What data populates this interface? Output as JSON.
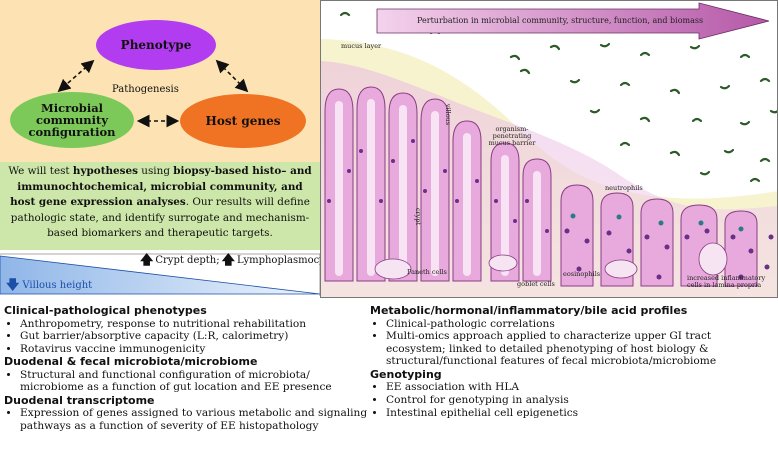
{
  "diagram": {
    "phenotype": "Phenotype",
    "microbial_line1": "Microbial",
    "microbial_line2": "community",
    "microbial_line3": "configuration",
    "host_genes": "Host genes",
    "pathogenesis": "Pathogenesis",
    "colors": {
      "phenotype": "#b23cf0",
      "microbial": "#7cc95a",
      "host": "#f07323",
      "panel": "#fde3b3",
      "hypothesis_panel": "#cde6a9"
    }
  },
  "hypothesis": {
    "p1": "We will test ",
    "b1": "hypotheses",
    "p2": " using ",
    "b2": "biopsy-based histo– and immunochtochemical, microbial community, and host gene expression analyses",
    "p3": ". Our results will define pathologic state, and identify surrogate and mechanism-based biomarkers and therapeutic targets."
  },
  "gradient_bar": {
    "crypt_depth": "Crypt depth;",
    "lymphoplasmocytosis": "Lymphoplasmocytosis",
    "villous_height": "Villous height"
  },
  "illustration": {
    "arrow_text": "Perturbation in microbial community, structure, function, and biomass",
    "labels": {
      "mucus_layer": "mucus layer",
      "villous": "villous",
      "crypt": "crypt",
      "organism": "organism-",
      "penetrating": "penetrating",
      "mucus_barrier": "mucus barrier",
      "neutrophils": "neutrophils",
      "paneth": "Paneth cells",
      "eosinophils": "eosinophils",
      "goblet": "goblet cells",
      "inflam1": "increased inflammatory",
      "inflam2": "cells in lamina propria"
    }
  },
  "sections_left": [
    {
      "title": "Clinical-pathological phenotypes",
      "items": [
        "Anthropometry, response to nutritional rehabilitation",
        "Gut barrier/absorptive capacity (L:R, calorimetry)",
        "Rotavirus vaccine immunogenicity"
      ]
    },
    {
      "title": "Duodenal & fecal microbiota/microbiome",
      "items": [
        "Structural and functional configuration of microbiota/ microbiome as a function of gut location and EE presence"
      ]
    },
    {
      "title": "Duodenal transcriptome",
      "items": [
        "Expression of genes assigned to various metabolic and signaling pathways as a function of severity of EE histopathology"
      ]
    }
  ],
  "sections_right": [
    {
      "title": "Metabolic/hormonal/inflammatory/bile acid profiles",
      "items": [
        "Clinical-pathologic correlations",
        "Multi-omics approach applied to characterize upper GI tract ecosystem; linked to detailed phenotyping of host biology & structural/functional features of fecal microbiota/microbiome"
      ]
    },
    {
      "title": "Genotyping",
      "items": [
        "EE association with HLA",
        "Control for genotyping in analysis",
        "Intestinal epithelial cell epigenetics"
      ]
    }
  ]
}
